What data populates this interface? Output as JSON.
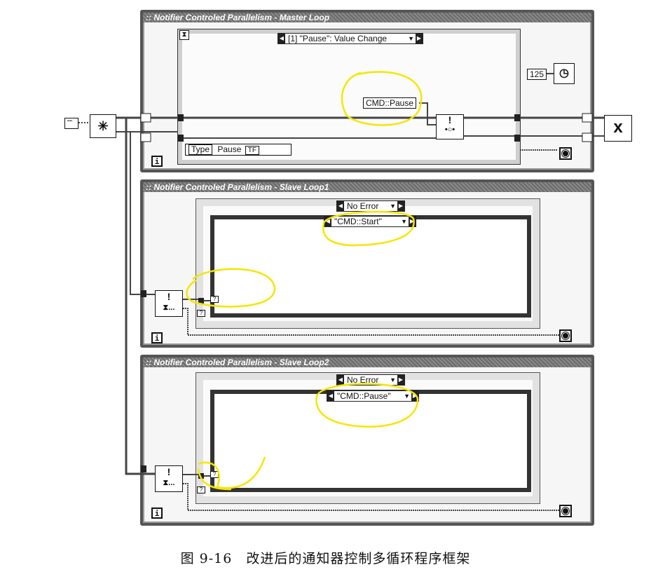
{
  "loops": [
    {
      "title": ":: Notifier Controled Parallelism - Master Loop",
      "iter_symbol": "i"
    },
    {
      "title": ":: Notifier Controled Parallelism - Slave Loop1",
      "iter_symbol": "i"
    },
    {
      "title": ":: Notifier Controled Parallelism - Slave Loop2",
      "iter_symbol": "i"
    }
  ],
  "master": {
    "event_selector": "[1] \"Pause\": Value Change",
    "event_timeout_symbol": "⧗",
    "constant_cmd": "CMD::Pause",
    "type_label": "Type",
    "pause_label": "Pause",
    "pause_value": "TF",
    "wait_ms": "125"
  },
  "slave1": {
    "error_selector": "No Error",
    "cmd_selector": "\"CMD::Start\""
  },
  "slave2": {
    "error_selector": "No Error",
    "cmd_selector": "\"CMD::Pause\""
  },
  "nodes": {
    "create_notifier": "✳",
    "send_notification": "•○•",
    "wait_notification": "⧗...",
    "release_notifier": "x",
    "string_const": "\"\"",
    "exclaim": "!"
  },
  "caption": "图 9-16　改进后的通知器控制多循环程序框架",
  "colors": {
    "highlight": "#f5e600"
  }
}
